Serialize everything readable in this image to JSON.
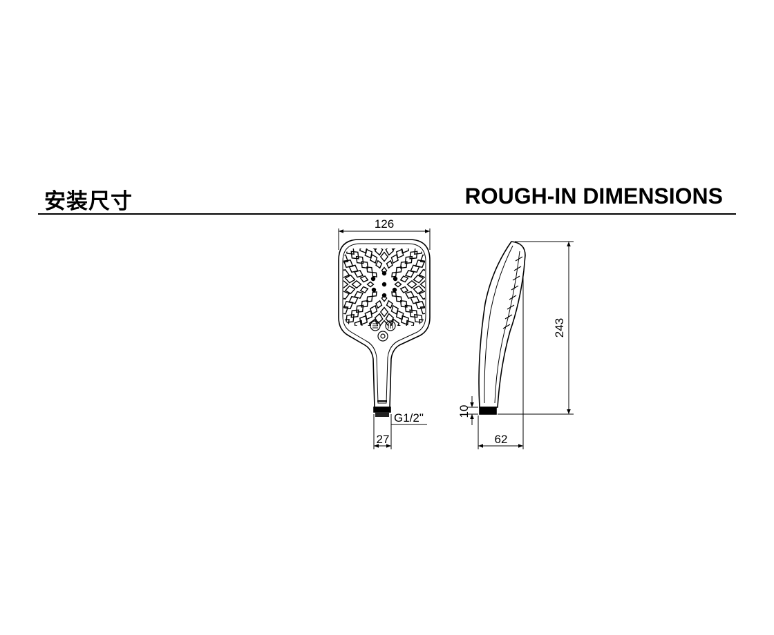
{
  "header": {
    "title_cn": "安装尺寸",
    "title_en": "ROUGH-IN DIMENSIONS"
  },
  "dimensions": {
    "width": "126",
    "height": "243",
    "depth": "62",
    "connector_length": "10",
    "handle_width": "27",
    "thread": "G1/2ʺ"
  }
}
